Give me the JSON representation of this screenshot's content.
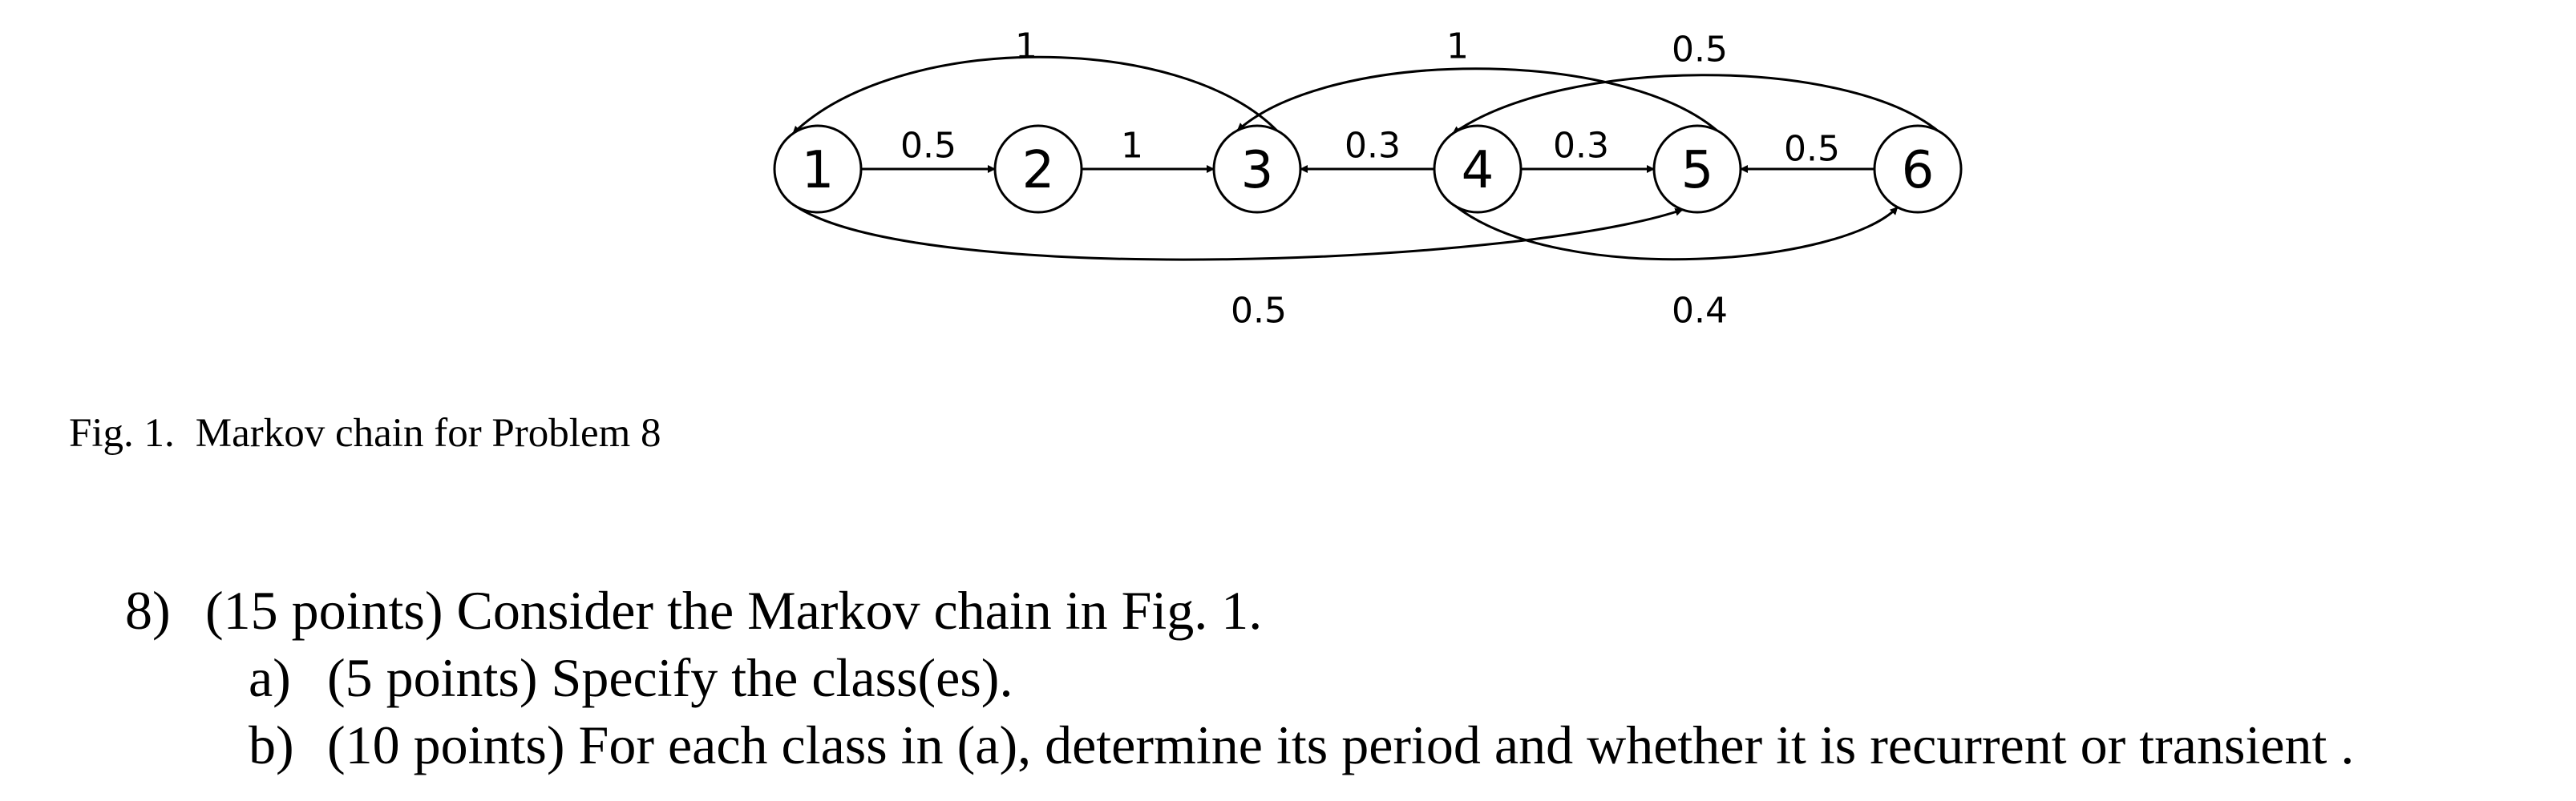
{
  "diagram": {
    "nodes": [
      {
        "id": "1",
        "label": "1"
      },
      {
        "id": "2",
        "label": "2"
      },
      {
        "id": "3",
        "label": "3"
      },
      {
        "id": "4",
        "label": "4"
      },
      {
        "id": "5",
        "label": "5"
      },
      {
        "id": "6",
        "label": "6"
      }
    ],
    "edges": [
      {
        "from": "1",
        "to": "2",
        "label": "0.5"
      },
      {
        "from": "2",
        "to": "3",
        "label": "1"
      },
      {
        "from": "3",
        "to": "1",
        "label": "1"
      },
      {
        "from": "4",
        "to": "3",
        "label": "0.3"
      },
      {
        "from": "4",
        "to": "5",
        "label": "0.3"
      },
      {
        "from": "5",
        "to": "3",
        "label": "1"
      },
      {
        "from": "6",
        "to": "4",
        "label": "0.5"
      },
      {
        "from": "6",
        "to": "5",
        "label": "0.5"
      },
      {
        "from": "1",
        "to": "5",
        "label": "0.5"
      },
      {
        "from": "4",
        "to": "6",
        "label": "0.4"
      }
    ]
  },
  "caption": {
    "number": "Fig. 1.",
    "text": "Markov chain for Problem 8"
  },
  "problem": {
    "number": "8)",
    "text": "(15 points) Consider the Markov chain in Fig. 1.",
    "parts": [
      {
        "label": "a)",
        "text": "(5 points) Specify the class(es)."
      },
      {
        "label": "b)",
        "text": "(10 points) For each class in (a), determine its period and whether it is recurrent or transient ."
      }
    ]
  }
}
